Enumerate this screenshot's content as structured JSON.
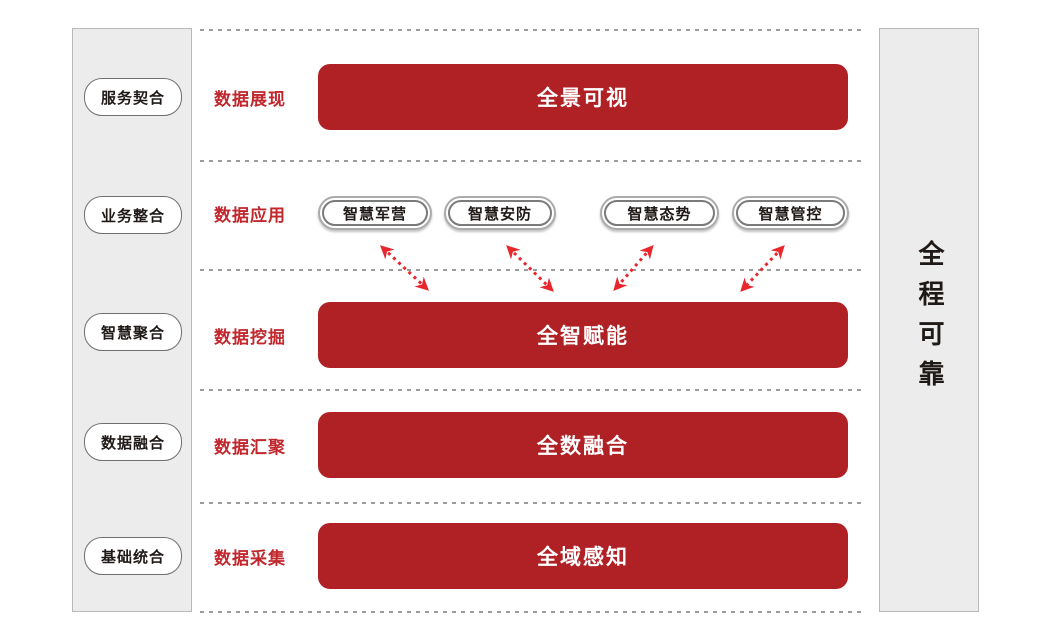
{
  "palette": {
    "bar_red": "#B02125",
    "label_red": "#C1272D",
    "arrow_red": "#E8262C",
    "panel_bg": "#ECECEC",
    "panel_border": "#B9B9B9"
  },
  "left_panel": {
    "items": [
      "服务契合",
      "业务整合",
      "智慧聚合",
      "数据融合",
      "基础统合"
    ]
  },
  "right_panel": {
    "label": "全程可靠"
  },
  "rows": [
    {
      "label": "数据展现",
      "bar": "全景可视"
    },
    {
      "label": "数据应用",
      "pills": [
        "智慧军营",
        "智慧安防",
        "智慧态势",
        "智慧管控"
      ]
    },
    {
      "label": "数据挖掘",
      "bar": "全智赋能"
    },
    {
      "label": "数据汇聚",
      "bar": "全数融合"
    },
    {
      "label": "数据采集",
      "bar": "全域感知"
    }
  ]
}
